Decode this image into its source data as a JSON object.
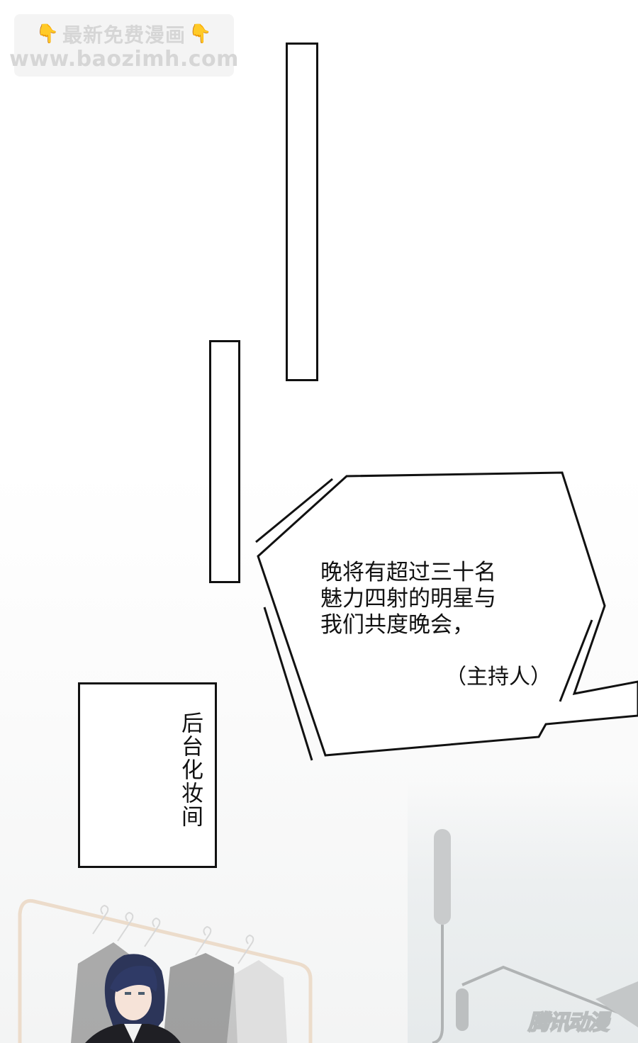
{
  "watermark": {
    "line1": "最新免费漫画",
    "line2": "www.baozimh.com",
    "icon_left": "pointing-down-hand-icon",
    "icon_right": "pointing-down-hand-icon",
    "hand_glyph": "👇",
    "text_color": "#d6d6d6",
    "hand_color": "#f5b82e"
  },
  "speech_bubble": {
    "lines": [
      "晚将有超过三十名",
      "魅力四射的明星与",
      "我们共度晚会，"
    ],
    "speaker": "（主持人）"
  },
  "caption_box": {
    "text": "后台化妆间"
  },
  "publisher_logo": {
    "text": "腾讯动漫"
  }
}
